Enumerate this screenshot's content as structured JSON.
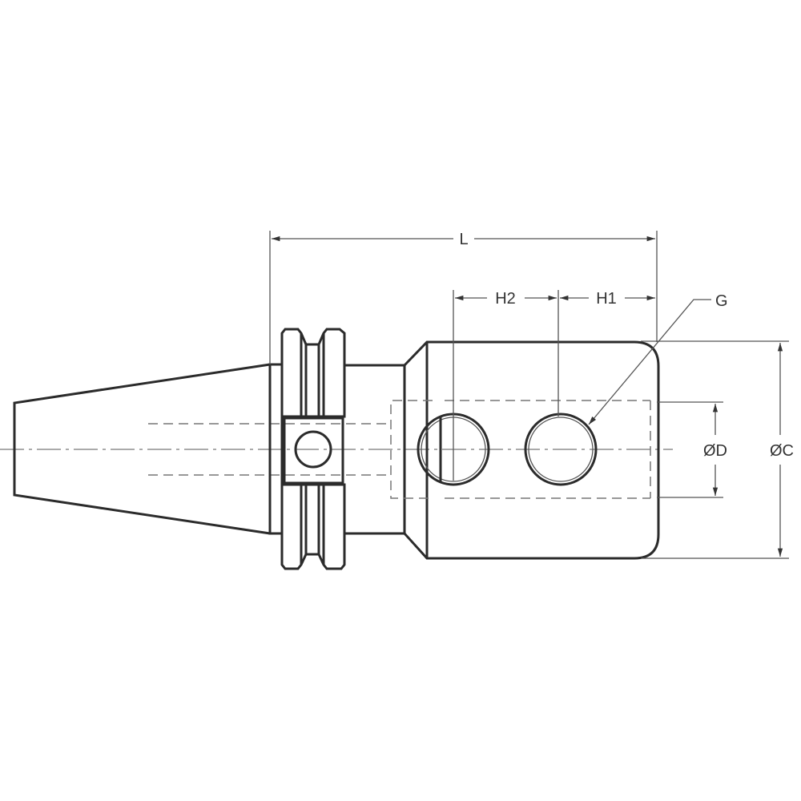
{
  "labels": {
    "length": "L",
    "hole_distance_2": "H2",
    "hole_distance_1": "H1",
    "thread": "G",
    "bore_diameter": "ØD",
    "body_diameter": "ØC"
  },
  "colors": {
    "line": "#2b2b2b",
    "dimension": "#555555"
  }
}
